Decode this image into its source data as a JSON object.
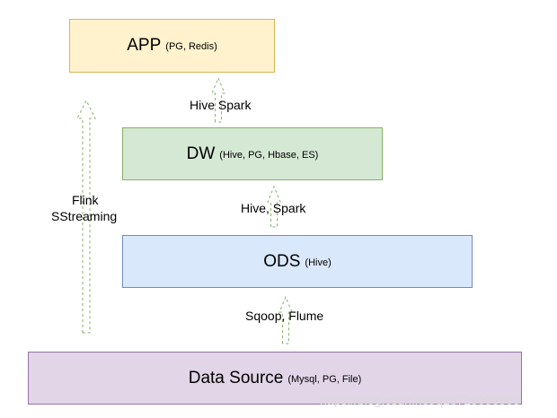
{
  "layers": {
    "app": {
      "name": "APP",
      "detail": "(PG, Redis)",
      "fill": "#fff2cc",
      "stroke": "#d6b656"
    },
    "dw": {
      "name": "DW",
      "detail": "(Hive, PG, Hbase, ES)",
      "fill": "#d5e8d4",
      "stroke": "#82b366"
    },
    "ods": {
      "name": "ODS",
      "detail": "(Hive)",
      "fill": "#dae8fc",
      "stroke": "#6c8ebf"
    },
    "source": {
      "name": "Data Source",
      "detail": "(Mysql, PG, File)",
      "fill": "#e1d5e7",
      "stroke": "#9673a6"
    }
  },
  "arrows": {
    "source_to_ods": {
      "label": "Sqoop, Flume"
    },
    "ods_to_dw": {
      "label": "Hive, Spark"
    },
    "dw_to_app": {
      "label": "Hive  Spark"
    },
    "streaming": {
      "label_line1": "Flink",
      "label_line2": "SStreaming"
    }
  },
  "watermark": "https://blog.csdn.net/q18729096963",
  "colors": {
    "arrow": "#82b366",
    "text": "#000000"
  }
}
